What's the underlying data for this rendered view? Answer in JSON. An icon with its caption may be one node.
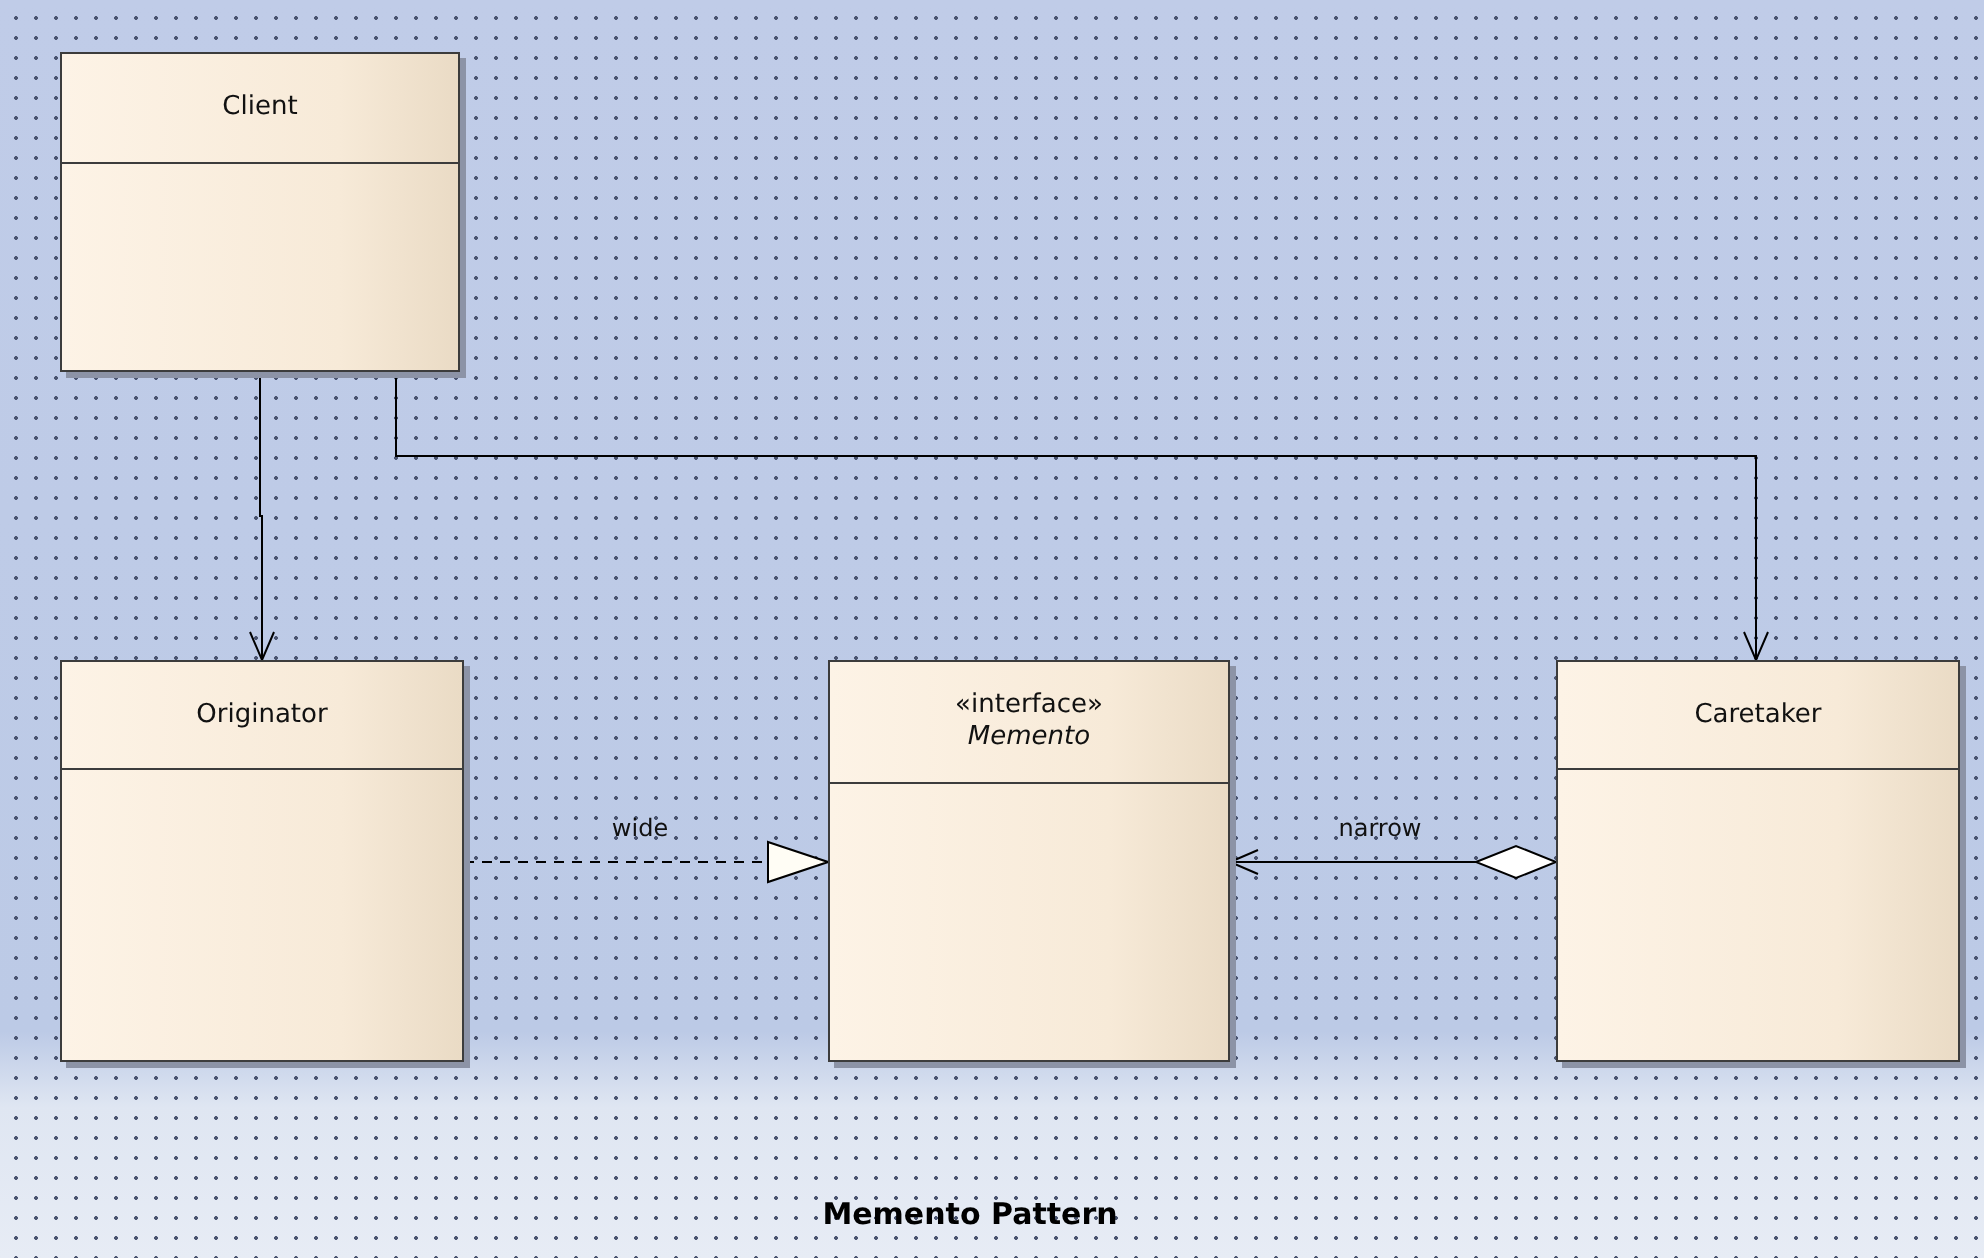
{
  "diagram": {
    "caption": "Memento Pattern",
    "nodes": [
      {
        "text": [
          "Client"
        ]
      },
      {
        "text": [
          "Originator"
        ]
      },
      {
        "text": [
          "«interface»",
          "Memento"
        ]
      },
      {
        "text": [
          "Caretaker"
        ]
      }
    ],
    "edges": [
      {
        "from": 0,
        "to": 1,
        "arrow": "to"
      },
      {
        "from": 0,
        "to": 3,
        "arrow": "to"
      },
      {
        "from": 1,
        "to": 2,
        "arrow": "to",
        "label": "wide",
        "style": "dashed"
      },
      {
        "from": 3,
        "to": 2,
        "arrow": "to",
        "label": "narrow"
      }
    ]
  }
}
